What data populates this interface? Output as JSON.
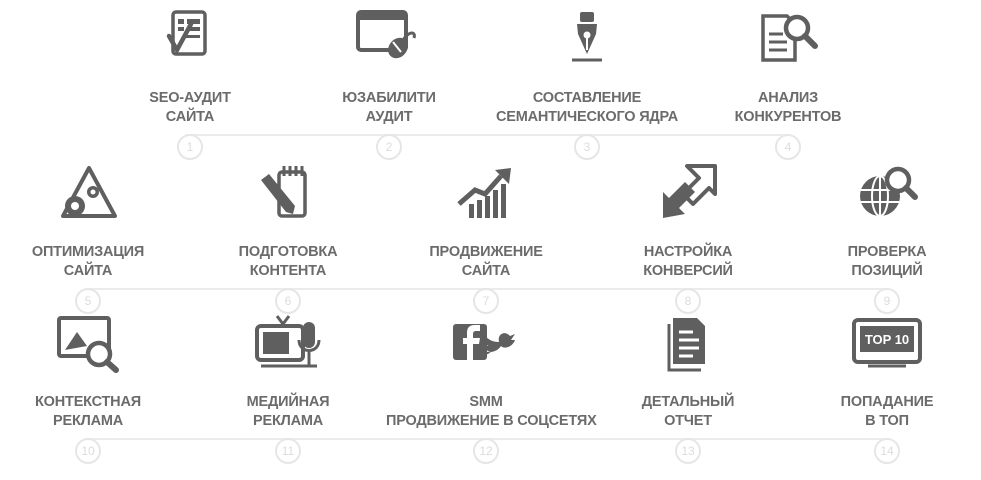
{
  "steps": [
    {
      "lines": [
        "SEO-АУДИТ",
        "САЙТА"
      ],
      "num": "1",
      "icon": "document-check-icon"
    },
    {
      "lines": [
        "ЮЗАБИЛИТИ",
        "АУДИТ"
      ],
      "num": "2",
      "icon": "browser-mouse-icon"
    },
    {
      "lines": [
        "СОСТАВЛЕНИЕ",
        "СЕМАНТИЧЕСКОГО ЯДРА"
      ],
      "num": "3",
      "icon": "pen-nib-icon"
    },
    {
      "lines": [
        "АНАЛИЗ",
        "КОНКУРЕНТОВ"
      ],
      "num": "4",
      "icon": "document-magnifier-icon"
    },
    {
      "lines": [
        "ОПТИМИЗАЦИЯ",
        "САЙТА"
      ],
      "num": "5",
      "icon": "gears-triangle-icon"
    },
    {
      "lines": [
        "ПОДГОТОВКА",
        "КОНТЕНТА"
      ],
      "num": "6",
      "icon": "notepad-pencil-icon"
    },
    {
      "lines": [
        "ПРОДВИЖЕНИЕ",
        "САЙТА"
      ],
      "num": "7",
      "icon": "growth-chart-icon"
    },
    {
      "lines": [
        "НАСТРОЙКА",
        "КОНВЕРСИЙ"
      ],
      "num": "8",
      "icon": "conversion-arrows-icon"
    },
    {
      "lines": [
        "ПРОВЕРКА",
        "ПОЗИЦИЙ"
      ],
      "num": "9",
      "icon": "globe-magnifier-icon"
    },
    {
      "lines": [
        "КОНТЕКСТНАЯ",
        "РЕКЛАМА"
      ],
      "num": "10",
      "icon": "image-magnifier-icon"
    },
    {
      "lines": [
        "МЕДИЙНАЯ",
        "РЕКЛАМА"
      ],
      "num": "11",
      "icon": "tv-microphone-icon"
    },
    {
      "lines": [
        "SMM",
        "ПРОДВИЖЕНИЕ В СОЦСЕТЯХ"
      ],
      "num": "12",
      "icon": "facebook-twitter-icon"
    },
    {
      "lines": [
        "ДЕТАЛЬНЫЙ",
        "ОТЧЕТ"
      ],
      "num": "13",
      "icon": "report-document-icon"
    },
    {
      "lines": [
        "ПОПАДАНИЕ",
        "В ТОП"
      ],
      "num": "14",
      "icon": "top10-monitor-icon"
    }
  ],
  "top10_label": "TOP 10",
  "colors": {
    "icon": "#5f5f5f",
    "text": "#6b6b6b",
    "line": "#ebebeb",
    "number": "#dcdcdc"
  }
}
